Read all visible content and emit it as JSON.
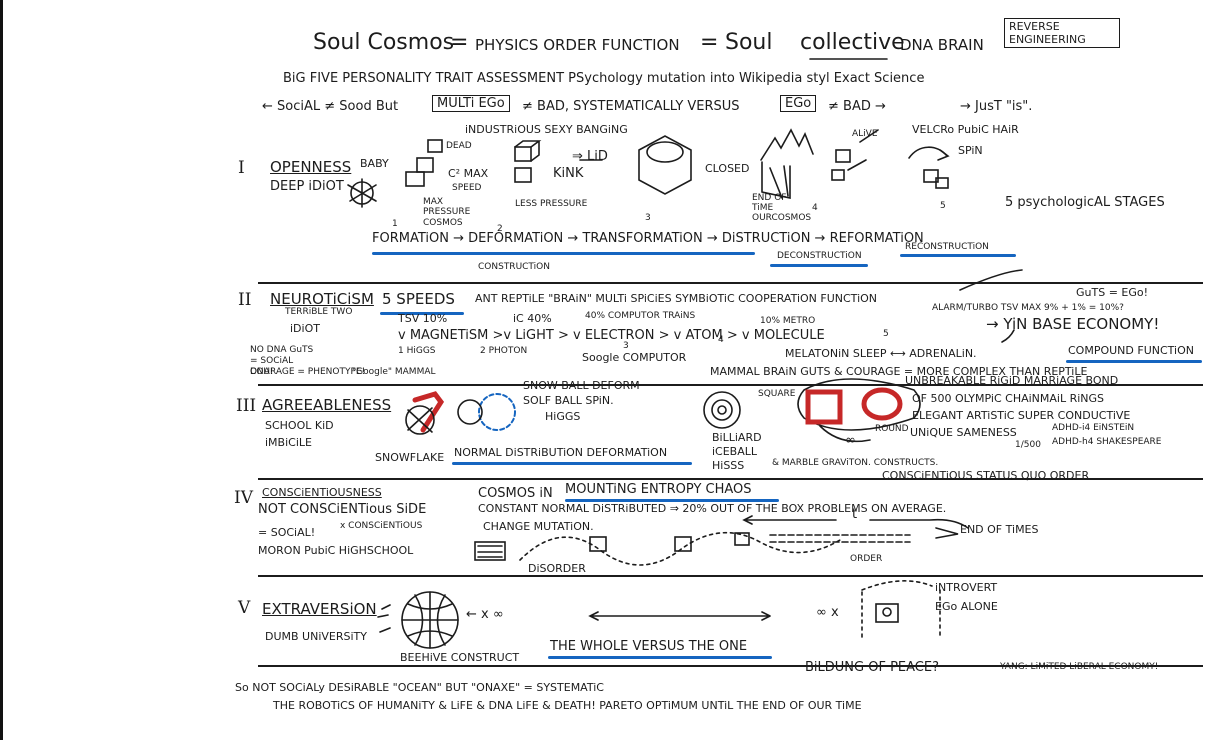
{
  "title": {
    "part1": "Soul Cosmos",
    "eq1": "=",
    "part2": "PHYSICS ORDER FUNCTION",
    "eq2": "=",
    "part3a": "Soul",
    "part3b": "collective",
    "part3c": "DNA BRAIN",
    "boxed_note": "REVERSE ENGINEERING"
  },
  "subtitle": "BiG FIVE PERSONALITY TRAIT ASSESSMENT PSychology mutation into Wikipedia styl Exact Science",
  "ego_line": {
    "left": "← SociAL ≠ Sood But",
    "multi_ego": "MULTi EGo",
    "middle": "≠ BAD, SYSTEMATICALLY VERSUS",
    "ego": "EGo",
    "right": "≠ BAD →",
    "end": "→ JusT \"is\"."
  },
  "sections": {
    "openness": {
      "numeral": "I",
      "name": "OPENNESS",
      "baby": "BABY",
      "sub": "DEEP iDiOT",
      "top_caption": "iNDUSTRiOUS SEXY BANGiNG",
      "velcro": "VELCRo PubiC HAiR",
      "dead": "DEAD",
      "alive": "ALiVE",
      "c2max": "C² MAX",
      "speed": "SPEED",
      "kink": "KiNK",
      "lid": "⇒ LiD",
      "closed": "CLOSED",
      "spin": "SPiN",
      "max_pressure": "MAX PRESSURE COSMOS",
      "less_pressure": "LESS PRESSURE",
      "end_of_time": "END OF TiME OURCOSMOS",
      "stages": "5 psychologicAL STAGES",
      "process": "FORMATiON → DEFORMATiON → TRANSFORMATiON → DiSTRUCTiON → REFORMATiON",
      "construction": "CONSTRUCTiON",
      "deconstruction": "DECONSTRUCTiON",
      "reconstruction": "RECONSTRUCTiON",
      "nums": [
        "1",
        "2",
        "3",
        "4",
        "5"
      ]
    },
    "neuroticism": {
      "numeral": "II",
      "name": "NEUROTiCiSM",
      "five_speeds": "5 SPEEDS",
      "header": "ANT REPTiLE \"BRAiN\" MULTi SPiCiES SYMBiOTiC COOPERATiON FUNCTiON",
      "terrible": "TERRiBLE TWO",
      "idiot": "iDiOT",
      "guts": "GuTS = EGo!",
      "alarm": "ALARM/TURBO TSV MAX 9% + 1% = 10%?",
      "tsv": "TSV 10%",
      "ic": "iC 40%",
      "computor": "40% COMPUTOR TRAiNS",
      "metro": "10% METRO",
      "yin": "→ YiN BASE ECONOMY!",
      "chain": "v MAGNETiSM >v LiGHT > v ELECTRON > v ATOM > v MOLECULE",
      "higgs": "1 HiGGS",
      "photon": "2 PHOTON",
      "google_comp": "Soogle COMPUTOR",
      "google_mammal": "\"Google\" MAMMAL",
      "melatonin": "MELATONiN SLEEP ⟷ ADRENALiN.",
      "compound": "COMPOUND FUNCTiON",
      "dna_guts": "NO DNA GuTS = SOCiAL DNA!",
      "courage": "COURAGE = PHENOTYPE!",
      "mammal": "MAMMAL BRAiN GUTS & COURAGE = MORE COMPLEX THAN REPTiLE",
      "nums": [
        "3",
        "4",
        "5"
      ]
    },
    "agreeableness": {
      "numeral": "III",
      "name": "AGREEABLENESS",
      "sub1": "SCHOOL KiD",
      "sub2": "iMBiCiLE",
      "snowball": "SNOW BALL DEFORM",
      "golfball": "SOLF BALL SPiN.",
      "higgs": "HiGGS",
      "square": "SQUARE",
      "round": "ROUND",
      "snowflake": "SNOWFLAKE",
      "normal": "NORMAL DiSTRiBUTiON DEFORMATiON",
      "billiard": "BiLLiARD",
      "iceball": "iCEBALL",
      "hisss": "HiSSS",
      "marble": "& MARBLE GRAViTON. CONSTRUCTS.",
      "unbreakable": "UNBREAKABLE RiGiD MARRiAGE BOND",
      "olympic": "OF 500 OLYMPiC CHAiNMAiL RiNGS",
      "elegant": "ELEGANT ARTiSTiC SUPER CONDUCTiVE",
      "unique": "UNiQUE SAMENESS",
      "adhd": "ADHD-i4 EiNSTEiN",
      "ratio": "1/500",
      "adhd2": "ADHD-h4 SHAKESPEARE",
      "infinity": "∞"
    },
    "conscientiousness": {
      "numeral": "IV",
      "name": "CONSCiENTiOUSNESS",
      "not": "NOT CONSCiENTious SiDE",
      "social": "= SOCiAL!",
      "xcon": "x CONSCiENTiOUS",
      "moron": "MORON PubiC HiGHSCHOOL",
      "cosmos_in": "COSMOS iN",
      "mounting": "MOUNTiNG ENTROPY CHAOS",
      "constant": "CONSTANT NORMAL DiSTRiBUTED ⇒ 20% OUT OF THE BOX PROBLEMS ON AVERAGE.",
      "change": "CHANGE MUTATiON.",
      "status_quo": "CONSCiENTiOUS STATUS QUO ORDER",
      "t": "t",
      "end_times": "END OF TiMES",
      "disorder": "DiSORDER",
      "order": "ORDER"
    },
    "extraversion": {
      "numeral": "V",
      "name": "EXTRAVERSiON",
      "sub": "DUMB UNiVERSiTY",
      "x_inf": "← x ∞",
      "inf_x": "∞ x",
      "introvert": "iNTROVERT",
      "ego_alone": "EGo ALONE",
      "beehive": "BEEHiVE CONSTRUCT",
      "whole": "THE WHOLE VERSUS THE ONE"
    }
  },
  "footer": {
    "line1": "So NOT SOCiALy DESiRABLE \"OCEAN\" BUT \"ONAXE\" = SYSTEMATiC",
    "bildung": "BiLDUNG OF PEACE?",
    "yang": "YANG: LiMiTED LiBERAL ECONOMY!",
    "line2": "THE ROBOTiCS OF HUMANiTY & LiFE & DNA LiFE & DEATH! PARETO OPTiMUM UNTiL THE END OF OUR TiME"
  },
  "colors": {
    "ink": "#1c1c1c",
    "blue_highlight": "#1565c0",
    "red_marker": "#c62828",
    "paper": "#ffffff"
  }
}
